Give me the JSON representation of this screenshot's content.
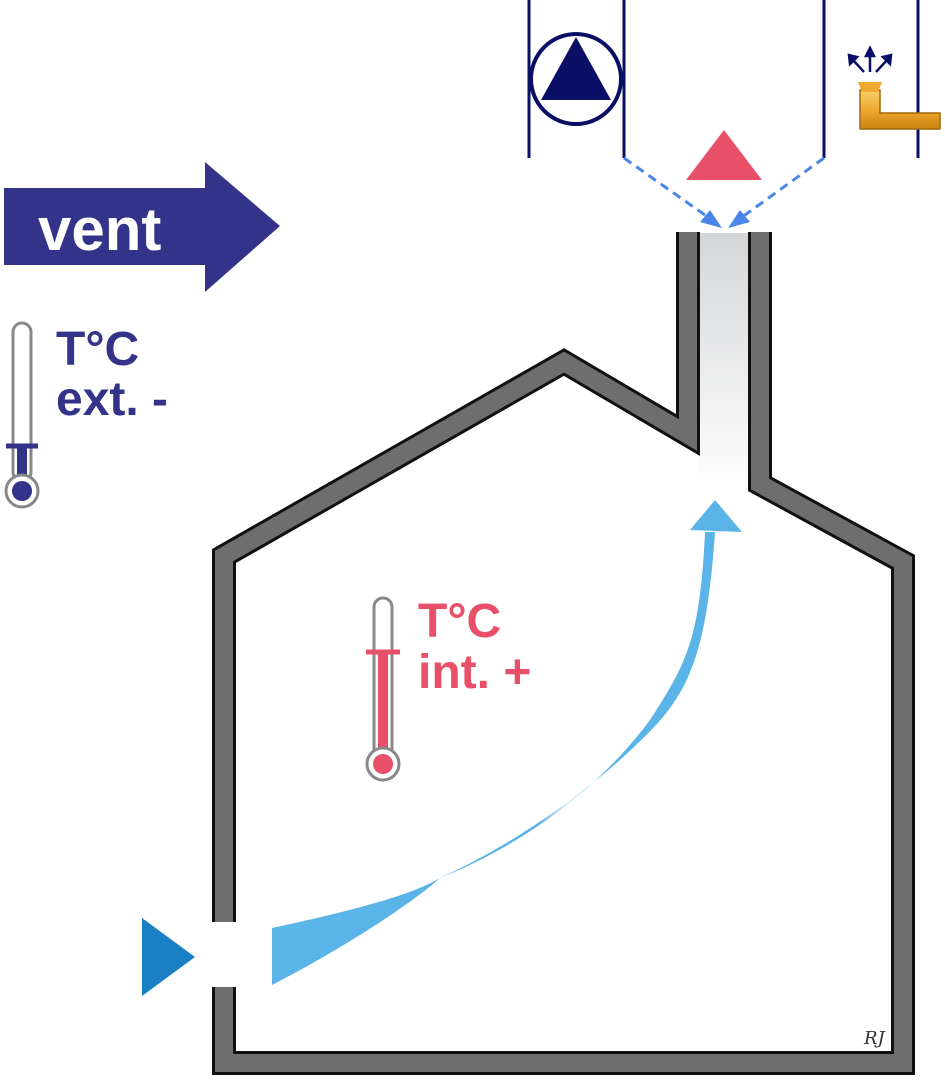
{
  "labels": {
    "vent": "vent",
    "exterior_temp_line1": "T°C",
    "exterior_temp_line2": "ext. -",
    "interior_temp_line1": "T°C",
    "interior_temp_line2": "int. +",
    "signature": "RJ"
  },
  "colors": {
    "navy": "#33338a",
    "dark_blue": "#0a0f66",
    "red": "#e8506a",
    "airflow_blue": "#5ab4e8",
    "wall_gray": "#6e6e6e",
    "orange": "#f0a830",
    "inlet_blue": "#1a7fc4",
    "dash_blue": "#4a86e8"
  },
  "icons": {
    "vent_arrow": "right-arrow-icon",
    "pump": "up-triangle-circle-icon",
    "pressure": "up-triangle-icon",
    "outlet": "elbow-pipe-outlet-icon",
    "inlet": "right-triangle-icon",
    "thermometer": "thermometer-icon"
  }
}
